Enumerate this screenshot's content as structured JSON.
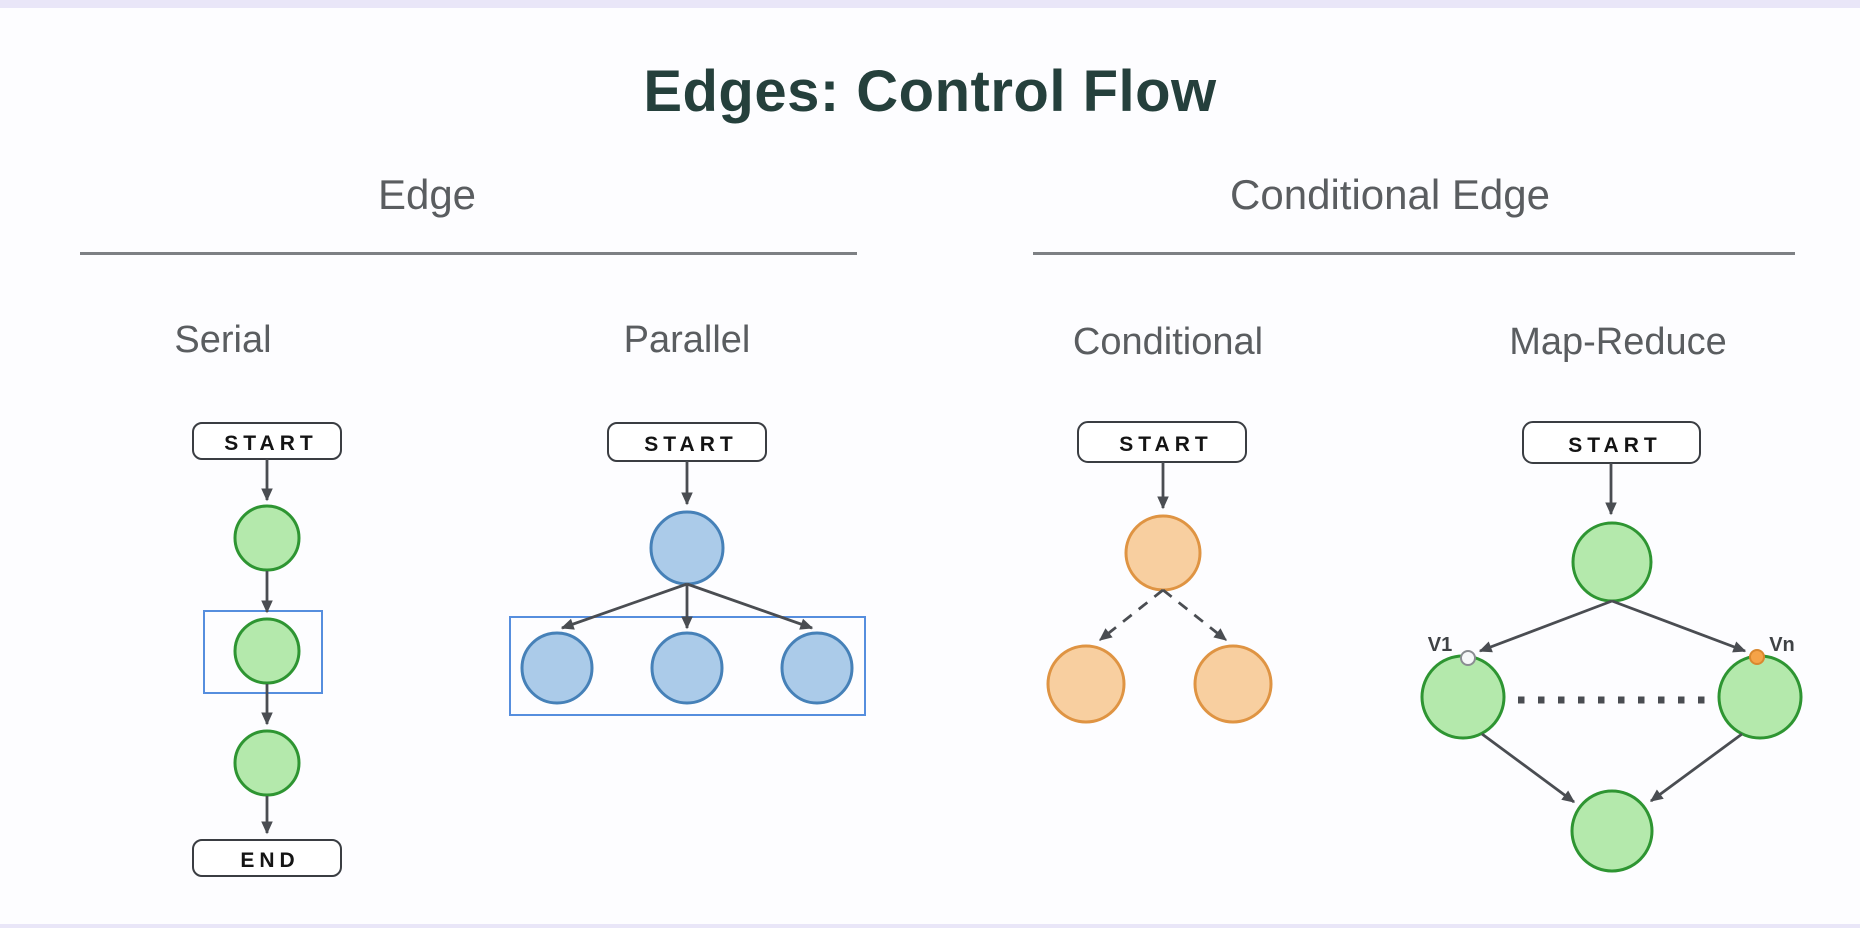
{
  "page": {
    "title": "Edges: Control Flow"
  },
  "sections": [
    {
      "label": "Edge"
    },
    {
      "label": "Conditional Edge"
    }
  ],
  "diagrams": [
    {
      "label": "Serial",
      "start_label": "START",
      "end_label": "END"
    },
    {
      "label": "Parallel",
      "start_label": "START"
    },
    {
      "label": "Conditional",
      "start_label": "START"
    },
    {
      "label": "Map-Reduce",
      "start_label": "START",
      "branch_labels": [
        "V1",
        "Vn"
      ]
    }
  ],
  "colors": {
    "background": "#fdfdff",
    "accent_strip": "#e9e6f8",
    "title_color": "#25403c",
    "header_gray": "#5a5d60",
    "rule_gray": "#7d8084",
    "node_green_fill": "#b4e9ac",
    "node_green_stroke": "#2e9532",
    "node_blue_fill": "#abcbe9",
    "node_blue_stroke": "#4681b8",
    "node_orange_fill": "#f8cfa0",
    "node_orange_stroke": "#df9443",
    "subgraph_blue": "#568ede",
    "arrow_gray": "#4a4d52",
    "box_stroke": "#3a3d42",
    "box_text": "#141414",
    "marker_white_fill": "#f7f8fa",
    "marker_white_stroke": "#8a8d92",
    "marker_orange_fill": "#f5a348",
    "marker_orange_stroke": "#d9882f"
  }
}
